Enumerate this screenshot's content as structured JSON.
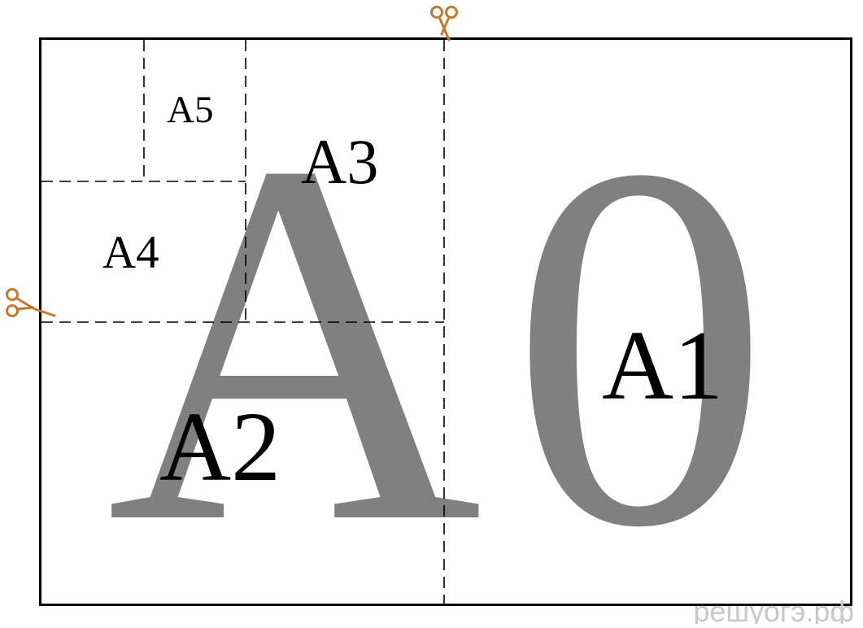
{
  "diagram": {
    "big_letters": {
      "letter": "A",
      "digit": "0"
    },
    "labels": {
      "a1": "A1",
      "a2": "A2",
      "a3": "A3",
      "a4": "A4",
      "a5": "A5"
    },
    "icons": [
      "scissors-icon",
      "scissors-icon"
    ],
    "colors": {
      "border": "#000000",
      "big_text": "#808080",
      "scissors": "#c8782a",
      "watermark": "#c8c8c8"
    }
  },
  "watermark": "решуогэ.рф"
}
